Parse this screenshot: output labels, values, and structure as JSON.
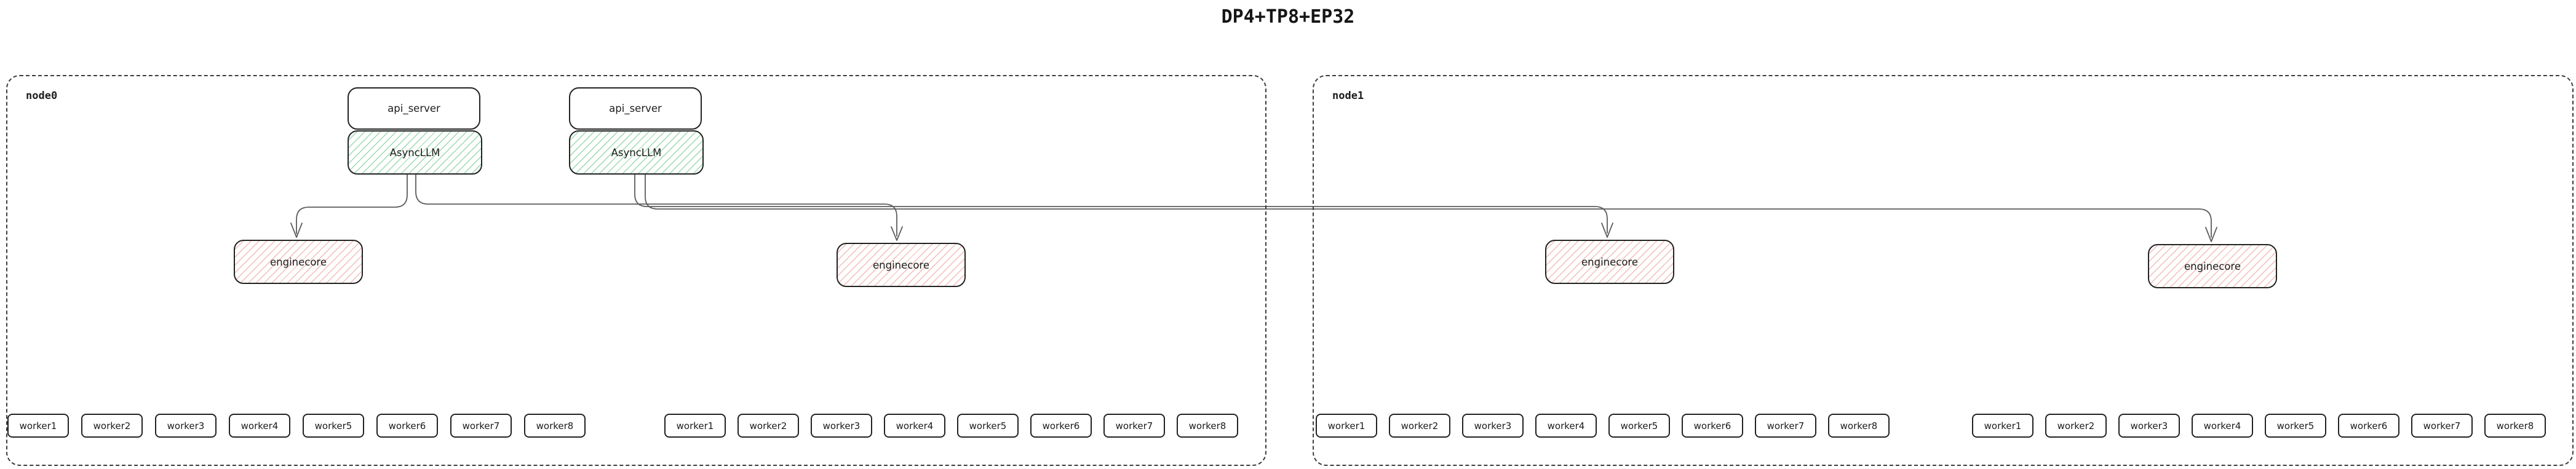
{
  "title": "DP4+TP8+EP32",
  "colors": {
    "green_hatch": "#9ad9ae",
    "red_hatch": "#f2bcb8",
    "border": "#222222",
    "connector": "#5c5c5c"
  },
  "nodes": [
    {
      "label": "node0",
      "stacks": [
        {
          "api_server": "api_server",
          "async_llm": "AsyncLLM"
        },
        {
          "api_server": "api_server",
          "async_llm": "AsyncLLM"
        }
      ],
      "enginecores": [
        "enginecore",
        "enginecore"
      ],
      "worker_groups": [
        [
          "worker1",
          "worker2",
          "worker3",
          "worker4",
          "worker5",
          "worker6",
          "worker7",
          "worker8"
        ],
        [
          "worker1",
          "worker2",
          "worker3",
          "worker4",
          "worker5",
          "worker6",
          "worker7",
          "worker8"
        ]
      ]
    },
    {
      "label": "node1",
      "stacks": [],
      "enginecores": [
        "enginecore",
        "enginecore"
      ],
      "worker_groups": [
        [
          "worker1",
          "worker2",
          "worker3",
          "worker4",
          "worker5",
          "worker6",
          "worker7",
          "worker8"
        ],
        [
          "worker1",
          "worker2",
          "worker3",
          "worker4",
          "worker5",
          "worker6",
          "worker7",
          "worker8"
        ]
      ]
    }
  ]
}
